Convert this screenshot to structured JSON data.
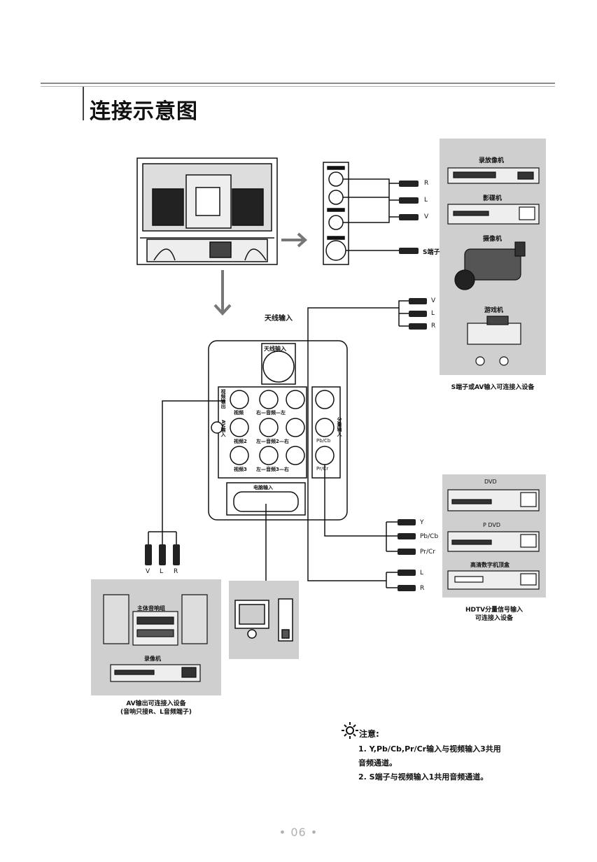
{
  "header": {
    "title": "连接示意图"
  },
  "panel_labels": {
    "antenna_in_top": "天线输入",
    "antenna_in_panel": "天线输入",
    "tv_out_label": "视频输出",
    "av_in_label": "AV输入",
    "component_label": "分量输入",
    "row1": [
      "视频",
      "右—音频—左"
    ],
    "row2": [
      "视频2",
      "左—音频2—右"
    ],
    "row3": [
      "视频3",
      "左—音频3—右"
    ],
    "pb_cb": "Pb/Cb",
    "pr_cr": "Pr/Cr",
    "monitor_out": "电脑输入"
  },
  "side_jacks": [
    "R",
    "L",
    "V",
    "S端子"
  ],
  "front_jacks": [
    "V",
    "L",
    "R"
  ],
  "component_jacks": [
    "Y",
    "Pb/Cb",
    "Pr/Cr",
    "L",
    "R"
  ],
  "bottom_jacks": [
    "V",
    "L",
    "R"
  ],
  "devices_av": {
    "items": [
      "录放像机",
      "影碟机",
      "摄像机",
      "游戏机"
    ],
    "caption": "S端子或AV输入可连接入设备"
  },
  "devices_hdtv": {
    "items": [
      "DVD",
      "P DVD",
      "高清数字机顶盒"
    ],
    "caption_line1": "HDTV分量信号输入",
    "caption_line2": "可连接入设备"
  },
  "devices_out": {
    "items": [
      "主体音响组",
      "录像机"
    ],
    "caption_line1": "AV输出可连接入设备",
    "caption_line2": "(音响只接R、L音频端子)"
  },
  "notes": {
    "title": "注意:",
    "line1": "1. Y,Pb/Cb,Pr/Cr输入与视频输入3共用",
    "line1b": "音频通道。",
    "line2": "2. S端子与视频输入1共用音频通道。"
  },
  "footer": {
    "page_number": "• 06 •"
  }
}
